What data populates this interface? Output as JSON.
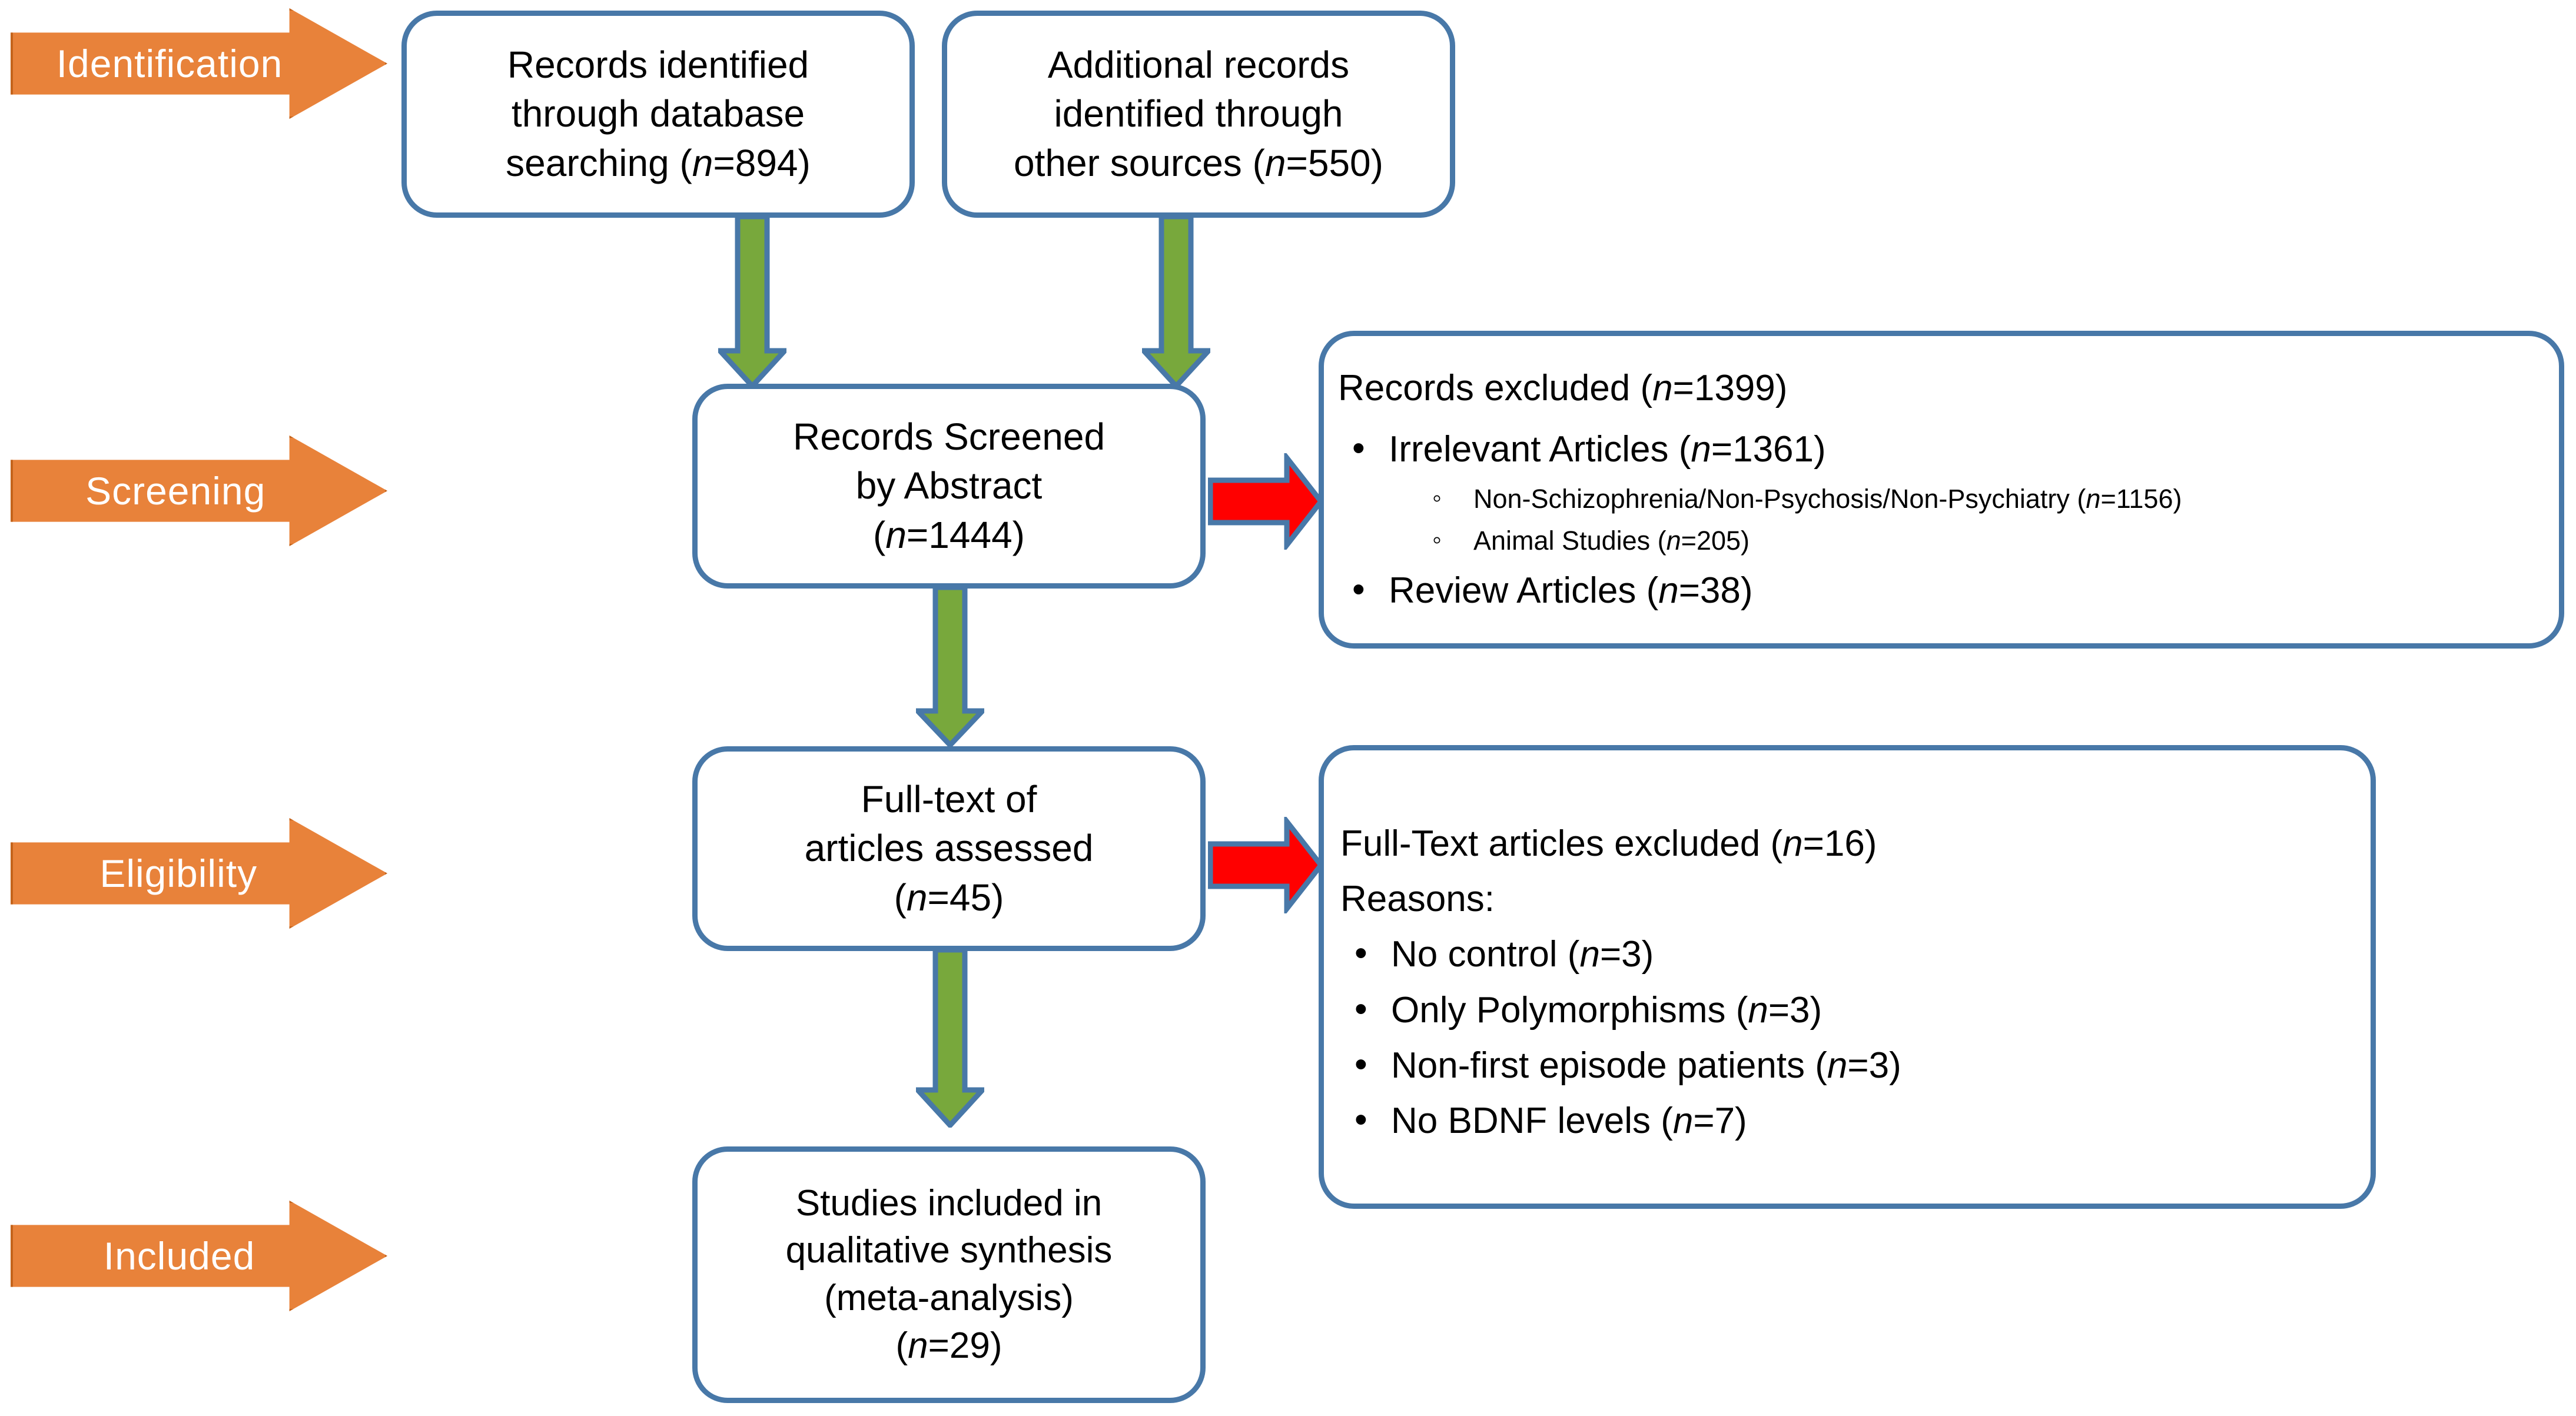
{
  "diagram": {
    "title": "PRISMA study selection flow diagram",
    "colors": {
      "box_border": "#4878a8",
      "stage_fill": "#e8823a",
      "stage_border": "#c4641c",
      "stage_label": "#ffffff",
      "flow_arrow_fill": "#78a83c",
      "flow_arrow_border": "#4878a8",
      "exclude_arrow_fill": "#ff0000",
      "exclude_arrow_border": "#4878a8",
      "text": "#000000",
      "background": "#ffffff"
    }
  },
  "stages": [
    {
      "id": "identification",
      "label": "Identification"
    },
    {
      "id": "screening",
      "label": "Screening"
    },
    {
      "id": "eligibility",
      "label": "Eligibility"
    },
    {
      "id": "included",
      "label": "Included"
    }
  ],
  "nodes": {
    "records_database": {
      "lines": [
        "Records identified",
        "through database",
        "searching ("
      ],
      "n_label": "n",
      "n_value": "=894)"
    },
    "records_other": {
      "lines": [
        "Additional records",
        "identified through",
        "other sources ("
      ],
      "n_label": "n",
      "n_value": "=550)"
    },
    "records_screened": {
      "lines": [
        "Records Screened",
        "by Abstract",
        "("
      ],
      "n_label": "n",
      "n_value": "=1444)"
    },
    "fulltext_assessed": {
      "lines": [
        "Full-text of",
        "articles assessed",
        "("
      ],
      "n_label": "n",
      "n_value": "=45)"
    },
    "studies_included": {
      "lines": [
        "Studies included in",
        "qualitative synthesis",
        "(meta-analysis)",
        "("
      ],
      "n_label": "n",
      "n_value": "=29)"
    }
  },
  "records_excluded": {
    "heading_pre": "Records excluded (",
    "heading_n": "n",
    "heading_post": "=1399)",
    "items": [
      {
        "level": 1,
        "pre": "Irrelevant Articles (",
        "n": "n",
        "post": "=1361)"
      },
      {
        "level": 2,
        "pre": "Non-Schizophrenia/Non-Psychosis/Non-Psychiatry (",
        "n": "n",
        "post": "=1156)"
      },
      {
        "level": 2,
        "pre": "Animal Studies (",
        "n": "n",
        "post": "=205)"
      },
      {
        "level": 1,
        "pre": "Review Articles (",
        "n": "n",
        "post": "=38)"
      }
    ]
  },
  "fulltext_excluded": {
    "heading_pre": "Full-Text articles excluded (",
    "heading_n": "n",
    "heading_post": "=16)",
    "subheading": "Reasons:",
    "items": [
      {
        "level": 1,
        "pre": "No control (",
        "n": "n",
        "post": "=3)"
      },
      {
        "level": 1,
        "pre": "Only Polymorphisms (",
        "n": "n",
        "post": "=3)"
      },
      {
        "level": 1,
        "pre": "Non-first episode patients (",
        "n": "n",
        "post": "=3)"
      },
      {
        "level": 1,
        "pre": "No BDNF levels (",
        "n": "n",
        "post": "=7)"
      }
    ]
  }
}
